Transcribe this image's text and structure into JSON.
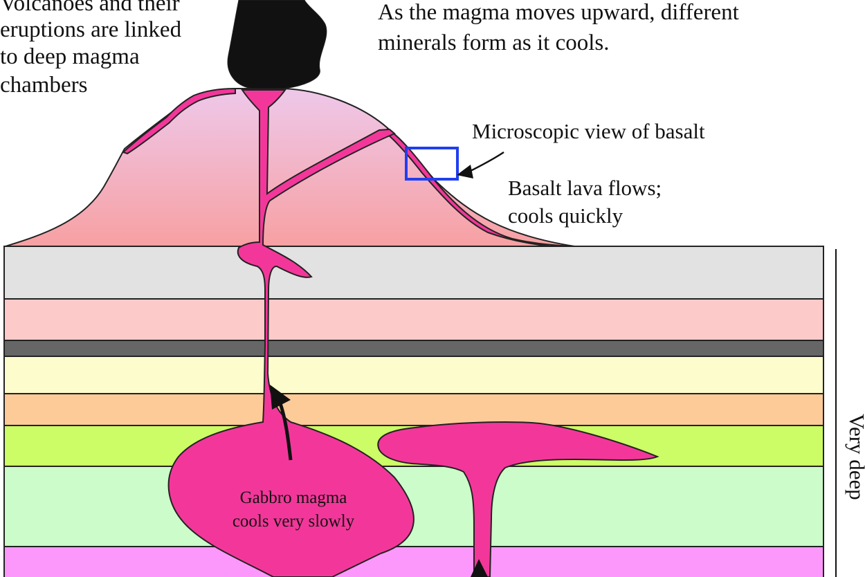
{
  "labels": {
    "volcano_note": [
      "Volcanoes and their",
      "eruptions are linked",
      "to deep magma",
      "chambers"
    ],
    "magma_moves": [
      "As the magma moves upward, different",
      "minerals form as it cools."
    ],
    "microscopic_view": "Microscopic view of basalt",
    "basalt_flows": [
      "Basalt lava flows;",
      "cools quickly"
    ],
    "gabbro": [
      "Gabbro magma",
      "cools very slowly"
    ],
    "depth": "Very deep"
  },
  "colors": {
    "magma": "#f3379a",
    "ash_plume": "#111111",
    "microscope_box": "#1f3ff0",
    "volcano_top": "#eec8ea",
    "volcano_bottom": "#f7a0a2",
    "strata": [
      "#e2e2e2",
      "#fccac9",
      "#666666",
      "#fdfccc",
      "#fdcb98",
      "#ccfc66",
      "#ccfcc9",
      "#fc98fc"
    ]
  }
}
